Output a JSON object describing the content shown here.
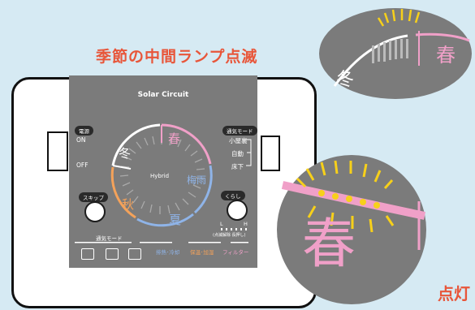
{
  "page_title": "季節の中間ランプ点滅",
  "status_label": "点灯",
  "panel": {
    "brand": "Solar Circuit",
    "power_label": "電源",
    "power_on": "ON",
    "power_off": "OFF",
    "skip_label": "スキップ",
    "vent_mode_label": "通気モード",
    "vent_options": [
      "小屋裏",
      "自動",
      "床下"
    ],
    "kurashi_label": "くらし",
    "kurashi_l": "L",
    "kurashi_h": "H",
    "kurashi_note": "(点滅解除 長押し)",
    "dial_center": "Hybrid",
    "seasons": {
      "spring": "春",
      "tsuyu": "梅雨",
      "summer": "夏",
      "autumn": "秋",
      "winter": "冬"
    },
    "bottom_mode_label": "通気モード",
    "bottom_labels": [
      "排熱･冷却",
      "保温･加湿",
      "フィルター"
    ]
  },
  "zoom_top": {
    "winter": "冬",
    "spring": "春"
  },
  "zoom_bottom": {
    "spring": "春"
  },
  "colors": {
    "title": "#e8563a",
    "spring": "#f0a0c8",
    "tsuyu": "#8fb4e8",
    "summer": "#8fb4e8",
    "autumn": "#f4a25a",
    "winter": "#ffffff",
    "blink": "#f7d01a"
  }
}
